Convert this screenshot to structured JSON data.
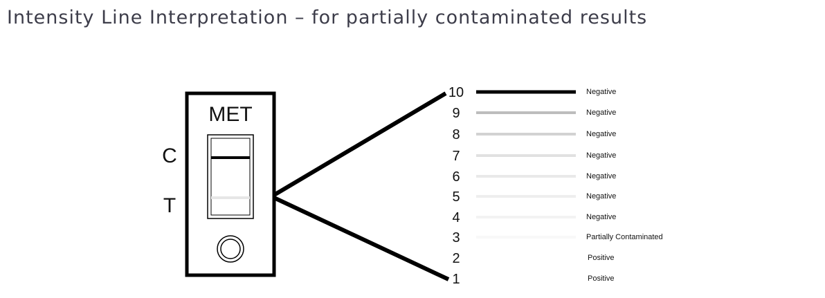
{
  "title": "Intensity Line Interpretation – for partially contaminated results",
  "cassette": {
    "drug_label": "MET",
    "control_label": "C",
    "test_label": "T"
  },
  "scale": [
    {
      "level": "10",
      "result": "Negative",
      "shade": "#000000"
    },
    {
      "level": "9",
      "result": "Negative",
      "shade": "#bdbdbd"
    },
    {
      "level": "8",
      "result": "Negative",
      "shade": "#d2d2d2"
    },
    {
      "level": "7",
      "result": "Negative",
      "shade": "#e1e1e1"
    },
    {
      "level": "6",
      "result": "Negative",
      "shade": "#e9e9e9"
    },
    {
      "level": "5",
      "result": "Negative",
      "shade": "#eeeeee"
    },
    {
      "level": "4",
      "result": "Negative",
      "shade": "#f3f3f3"
    },
    {
      "level": "3",
      "result": "Partially Contaminated",
      "shade": "#f8f8f8"
    },
    {
      "level": "2",
      "result": "Positive",
      "shade": "#ffffff"
    },
    {
      "level": "1",
      "result": "Positive",
      "shade": "#ffffff"
    }
  ]
}
